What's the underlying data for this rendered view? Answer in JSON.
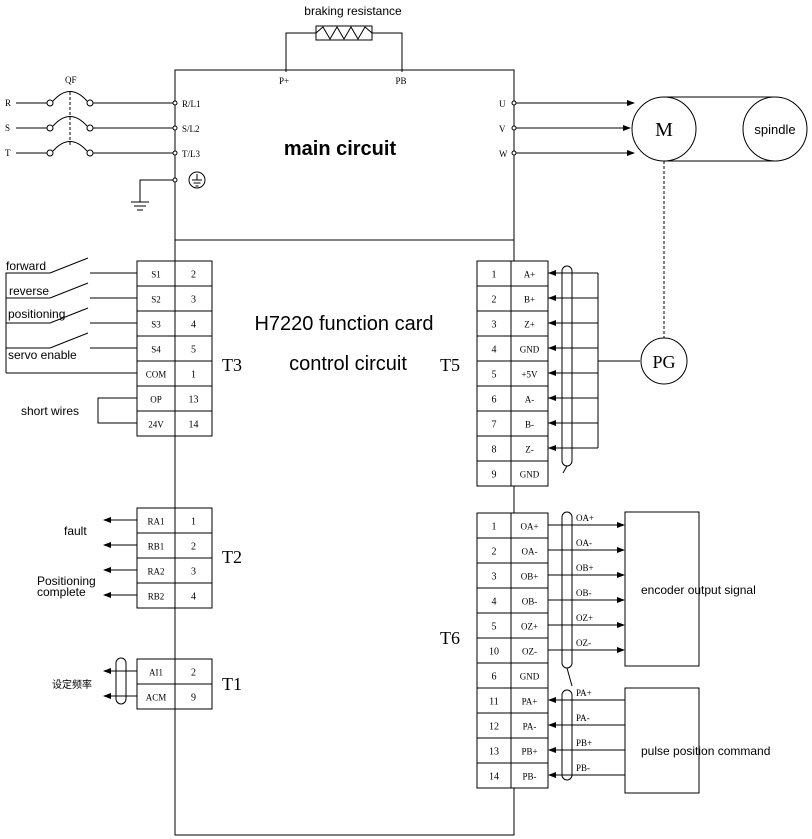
{
  "labels": {
    "braking": "braking resistance",
    "p_plus": "P+",
    "pb": "PB",
    "qf": "QF",
    "main_circuit": "main circuit",
    "motor": "M",
    "spindle": "spindle",
    "card": "H7220 function card",
    "control": "control circuit",
    "pg": "PG",
    "t3": "T3",
    "t5": "T5",
    "t2": "T2",
    "t1": "T1",
    "t6": "T6",
    "forward": "forward",
    "reverse": "reverse",
    "positioning": "positioning",
    "servo_enable": "servo enable",
    "short_wires": "short wires",
    "fault": "fault",
    "positioning_complete_1": "Positioning",
    "positioning_complete_2": "complete",
    "set_freq": "设定频率",
    "encoder_out": "encoder output signal",
    "pulse_cmd": "pulse position command"
  },
  "power_inputs": [
    "R",
    "S",
    "T"
  ],
  "main_terminals_in": [
    "R/L1",
    "S/L2",
    "T/L3"
  ],
  "main_terminals_out": [
    "U",
    "V",
    "W"
  ],
  "t3": [
    {
      "name": "S1",
      "num": "2"
    },
    {
      "name": "S2",
      "num": "3"
    },
    {
      "name": "S3",
      "num": "4"
    },
    {
      "name": "S4",
      "num": "5"
    },
    {
      "name": "COM",
      "num": "1"
    },
    {
      "name": "OP",
      "num": "13"
    },
    {
      "name": "24V",
      "num": "14"
    }
  ],
  "t5": [
    {
      "num": "1",
      "name": "A+"
    },
    {
      "num": "2",
      "name": "B+"
    },
    {
      "num": "3",
      "name": "Z+"
    },
    {
      "num": "4",
      "name": "GND"
    },
    {
      "num": "5",
      "name": "+5V"
    },
    {
      "num": "6",
      "name": "A-"
    },
    {
      "num": "7",
      "name": "B-"
    },
    {
      "num": "8",
      "name": "Z-"
    },
    {
      "num": "9",
      "name": "GND"
    }
  ],
  "t2": [
    {
      "name": "RA1",
      "num": "1"
    },
    {
      "name": "RB1",
      "num": "2"
    },
    {
      "name": "RA2",
      "num": "3"
    },
    {
      "name": "RB2",
      "num": "4"
    }
  ],
  "t1": [
    {
      "name": "AI1",
      "num": "2"
    },
    {
      "name": "ACM",
      "num": "9"
    }
  ],
  "t6": [
    {
      "num": "1",
      "name": "OA+",
      "wire": "OA+"
    },
    {
      "num": "2",
      "name": "OA-",
      "wire": "OA-"
    },
    {
      "num": "3",
      "name": "OB+",
      "wire": "OB+"
    },
    {
      "num": "4",
      "name": "OB-",
      "wire": "OB-"
    },
    {
      "num": "5",
      "name": "OZ+",
      "wire": "OZ+"
    },
    {
      "num": "10",
      "name": "OZ-",
      "wire": "OZ-"
    },
    {
      "num": "6",
      "name": "GND",
      "wire": ""
    },
    {
      "num": "11",
      "name": "PA+",
      "wire": "PA+"
    },
    {
      "num": "12",
      "name": "PA-",
      "wire": "PA-"
    },
    {
      "num": "13",
      "name": "PB+",
      "wire": "PB+"
    },
    {
      "num": "14",
      "name": "PB-",
      "wire": "PB-"
    }
  ]
}
